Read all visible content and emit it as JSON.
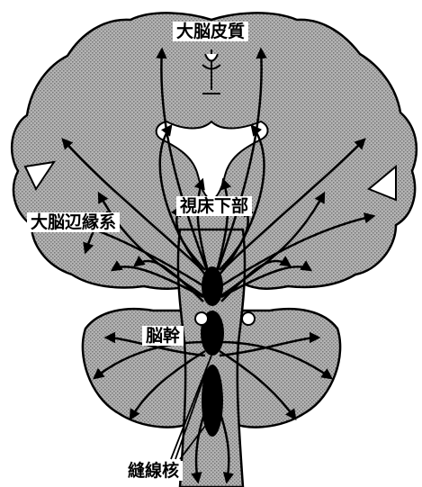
{
  "labels": {
    "cortex": "大脳皮質",
    "limbic": "大脳辺縁系",
    "hypothalamus": "視床下部",
    "brainstem": "脳幹",
    "raphe": "縫線核"
  },
  "colors": {
    "tissue": "#a9a9a9",
    "ink": "#000000",
    "background": "#ffffff"
  }
}
